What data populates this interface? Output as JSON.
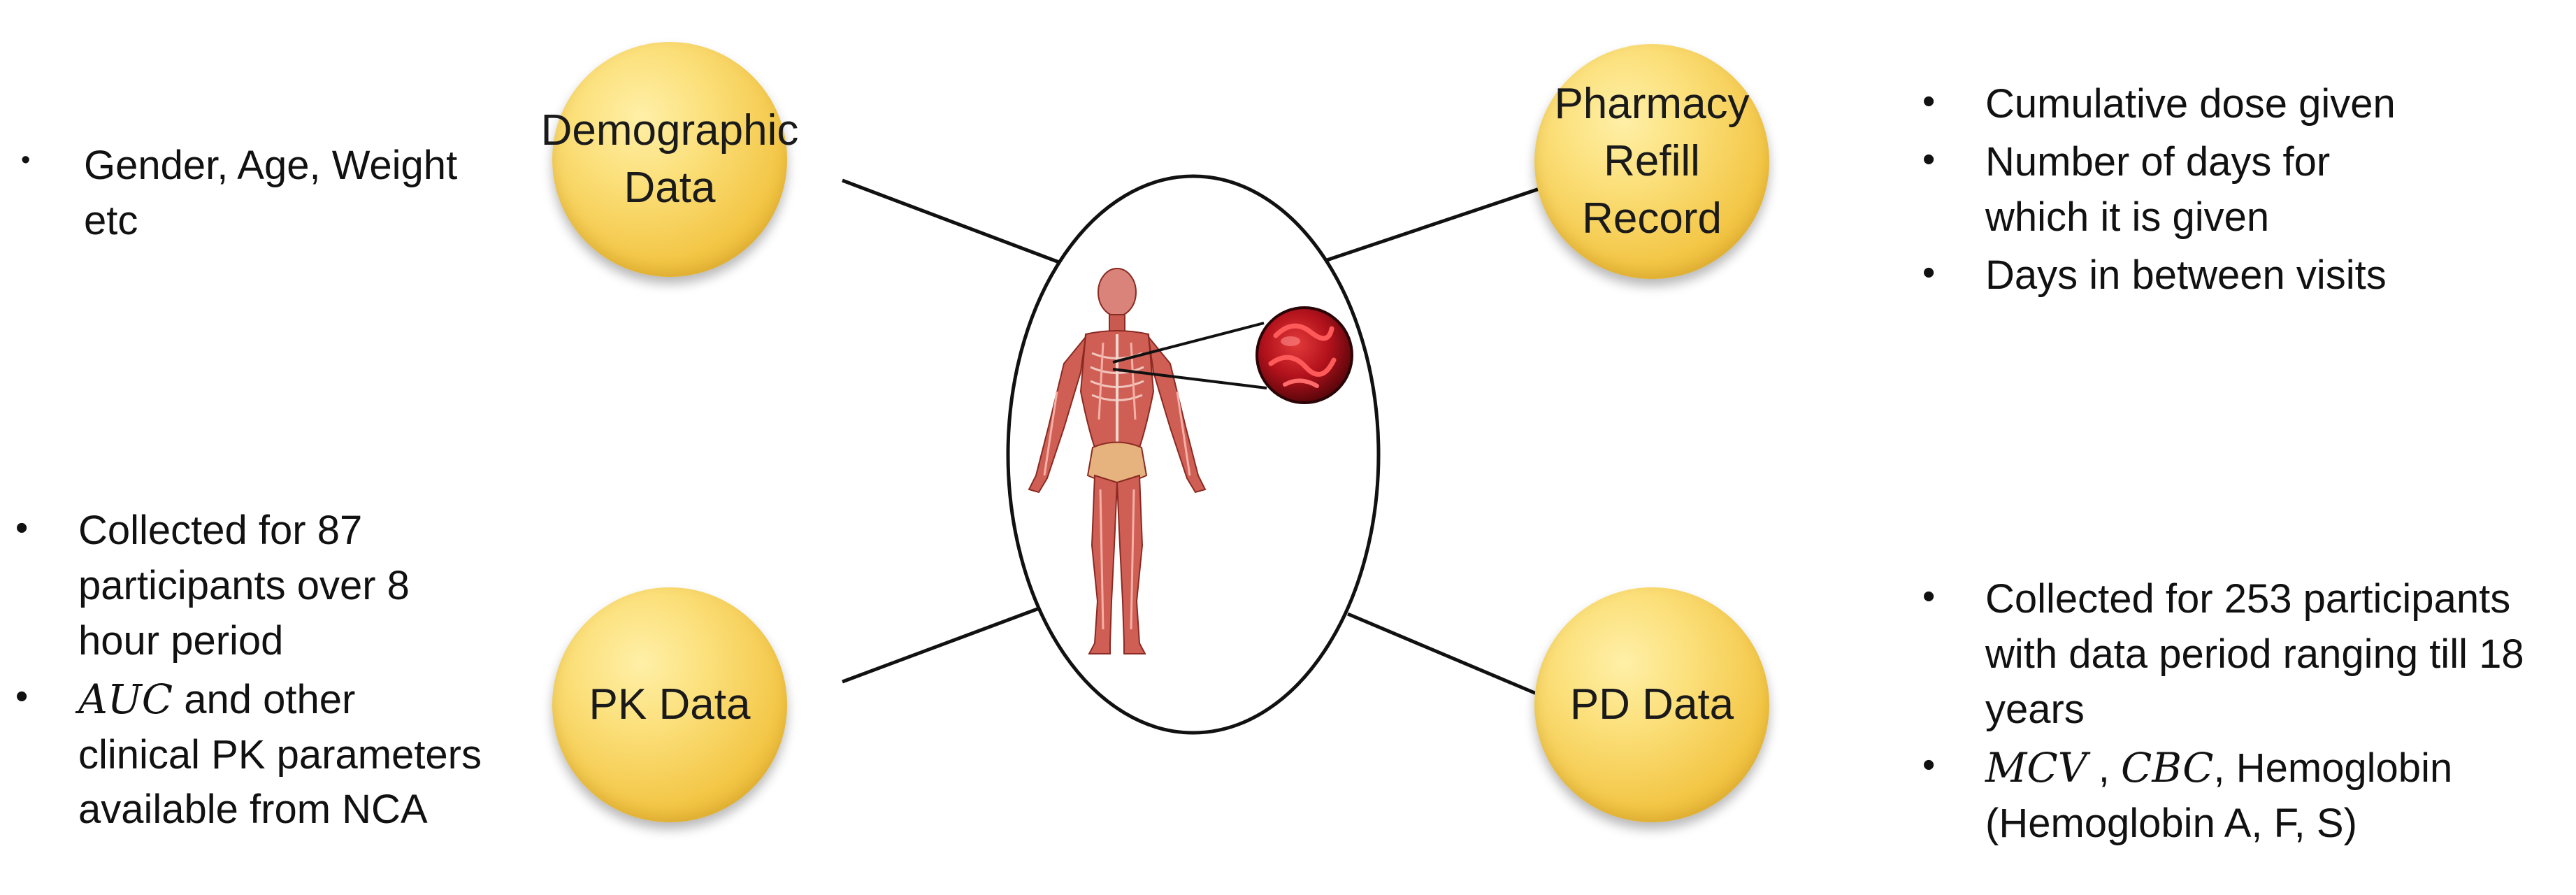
{
  "nodes": {
    "demographic": {
      "label": "Demographic\nData"
    },
    "pharmacy": {
      "label": "Pharmacy\nRefill Record"
    },
    "pk": {
      "label": "PK Data"
    },
    "pd": {
      "label": "PD Data"
    }
  },
  "bullets": {
    "demographic": [
      "Gender, Age, Weight\netc"
    ],
    "pharmacy": [
      "Cumulative dose given",
      "Number of days for\nwhich it is given",
      "Days in between visits"
    ],
    "pk": {
      "item1": "Collected for 87\nparticipants over 8\nhour period",
      "item2_math": "AUC",
      "item2_text": " and other\nclinical PK parameters\navailable from NCA"
    },
    "pd": {
      "item1": "Collected for 253 participants\nwith data period ranging till 18\nyears",
      "item2_math1": "MCV",
      "item2_sep": " , ",
      "item2_math2": "CBC",
      "item2_text": ", Hemoglobin\n(Hemoglobin A, F, S)"
    }
  },
  "colors": {
    "node_fill": "#f3c646",
    "node_highlight": "#fff0a8",
    "line": "#111111",
    "blood_cell": "#b3121c",
    "body_tissue": "#d2665a"
  },
  "icons": [
    "human-body-anatomy-icon",
    "red-blood-cell-icon"
  ]
}
